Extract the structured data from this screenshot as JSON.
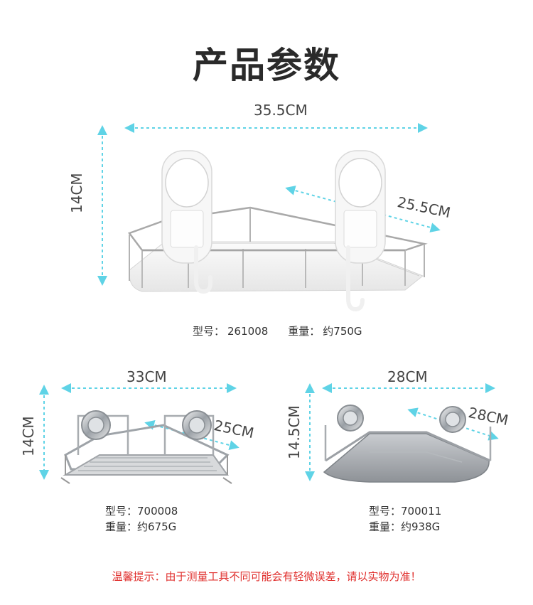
{
  "title": "产品参数",
  "product1": {
    "width": "35.5CM",
    "height": "14CM",
    "depth": "25.5CM",
    "model_label": "型号：",
    "model": "261008",
    "weight_label": "重量：",
    "weight": "约750G"
  },
  "product2": {
    "width": "33CM",
    "height": "14CM",
    "depth": "25CM",
    "model_label": "型号：",
    "model": "700008",
    "weight_label": "重量：",
    "weight": "约675G"
  },
  "product3": {
    "width": "28CM",
    "height": "14.5CM",
    "depth": "28CM",
    "model_label": "型号：",
    "model": "700011",
    "weight_label": "重量：",
    "weight": "约938G"
  },
  "notice": "温馨提示：由于测量工具不同可能会有轻微误差，请以实物为准！",
  "colors": {
    "dimension_line": "#5fd3e6",
    "notice": "#e0302e",
    "title": "#2a2a2a"
  }
}
